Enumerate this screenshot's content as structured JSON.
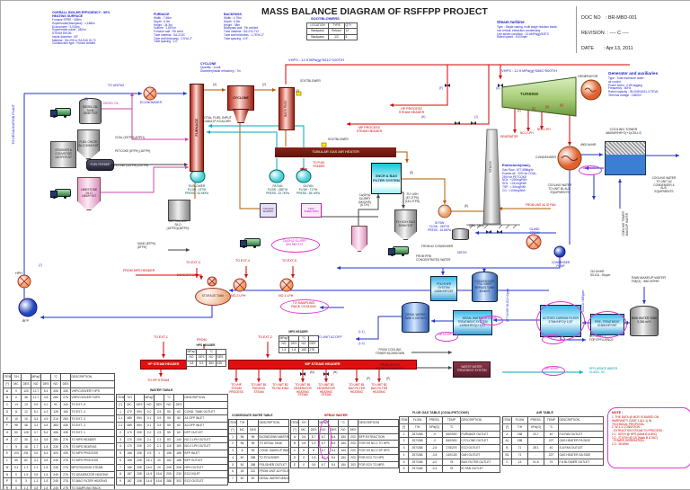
{
  "header": {
    "title": "MASS BALANCE DIAGRAM OF RSFFPP PROJECT",
    "doc_no_label": "DOC NO",
    "doc_no": ": BR-MBD-001",
    "revision_label": "REVISION",
    "revision": ": ---- C ----",
    "date_label": "DATE",
    "date": ": Apr.13, 2011"
  },
  "info": {
    "boiler": {
      "title": "OVERALL BOILER EFFICIENCY : 90%\nHEATING SURFACE",
      "body": "Furnace EPRS : 409m²\nSuperheater(Backpass) : 1,188m²\nEconomizer : 3,032m²\nSuperheater panel : 282m²\nSTEAM DRUM\nInside diameter : 60″\nMaterial : SA-299 or SA-516 Gr.70\nConstruction type : Fusion welded"
    },
    "furnace": {
      "title": "FURNACE",
      "body": "Width : 7.66m\nDepth : 6.0m\nHeight : 34.3m\nVolume : 1,657m³\nFurnace wall : Fin weld\nTube material : SA-210C\nTube wall thickness : 2.5″x0.2″\nTube spacing : 3.0″"
    },
    "backpass": {
      "title": "BACKPASS",
      "body": "Width : 4.75m\nDepth : 5.5m\nHeight : 38m\nBackpass wall : Fin welded\nTube material : SA-213 T12\nTube wall thickness : 1.75″x0.2″\nTube spacing : 4.5″"
    },
    "cyclone": {
      "title": "CYCLONE",
      "body": "Quantity : 1/unit\nDiameter(inside refractory) : 7m"
    },
    "turbine": {
      "title": "Steam turbine",
      "body": "Type : Single casing, multi stage reaction blade,\n   non reheat, extraction condensing\nLive steam condition : 12.6MPa(g)/535°C\nRated speed : 5,000rpm"
    },
    "generator": {
      "title": "Generator and auxiliaries",
      "body": "Type : Total enclosure water\n   air cooled\nPower factor : 0.85 lagging\nFrequency : 60Hz\nRated capacity : 35,000KW/41,177KVA\nTerminal voltage : 13800V"
    },
    "emissions": {
      "title": "Emissions(max),",
      "body": "Gas Flow : 677,688kg/hr\nExcess air : 20% for COAL,\n   25% for PETCOKE\nNOx : <250mg/NM³\nSOx : <241mg/NM³\nTSP : < 50mg/NM³\nCO : <100mg/NM³"
    }
  },
  "sootblowers": {
    "title": "SOOTBLOWERS",
    "rows": [
      [
        "LOCATION",
        "TYPE",
        "QTY"
      ],
      [
        "Backpass",
        "Retract",
        "12"
      ],
      [
        "Backpass",
        "1/2",
        "8"
      ]
    ]
  },
  "labels": {
    "econ": "ECONOMIZER",
    "diesel_tank": "DIESEL OIL\nTANK\n150M³*1ST",
    "to_unit2": "TO UNIT#2",
    "diesel": "DIESEL OIL",
    "fuel_silo": "FUEL CHUTE\nSILO\n50M³*1ST",
    "crusher": "CRUSHER &\nCONVEYOR\n100TPH*1ST",
    "fuel_feeder": "FUEL\nFEEDER",
    "limestone_silo": "LIMESTONE\nSILO\n160M³*1ST",
    "furnace": "FURNACE",
    "total_fuel": "TOTAL FUEL INPUT\n: 148x10⁶ KCAL/HR",
    "cyclone": "CYCLONE",
    "backpass": "BACK PASS",
    "sootblower1": "SOOTBLOWER",
    "sootblower2": "SOOTBLOWER",
    "gah": "TUBULAR GAS AIR HEATER",
    "to_fuel_feeder": "TO FUEL\nFEEDER",
    "fa_blower": "FA BLOWER\nFLOW : 13T/H\nPRESS : 51.6KPa",
    "pa_fan": "PA FAN\nFLOW : 158T/H\nPRESS : 22.7KPa",
    "sa_fan": "SA FAN\nFLOW : 71T/H\nPRESS : 28.1KPa",
    "bottom_ash": "BOTTOM ASH\nSILO\n(18TPD)/(38TPD)",
    "caoh2_box": "Ca(OH)2\nSLURRY",
    "nh3_box": "NH3\nINJECTION",
    "slurry_mix": "Ca(OH)2 SLURRY\nMIX 5M³*1ST",
    "sncr": "SNCR &\nBAG FILTER\nSYSTEM",
    "caoh2_text": "Ca(OH)2\nSLURRY\n(5KG/HR)\n(6 T/H)",
    "flyash_text": "FLY ASH\n(67.2TPD)\n(151.2TPD)",
    "flyash_silo": "FLY\nASH SILO\n300M³*1ST",
    "idfan": "ID FAN\nFLOW : 249T/H\nPRESS : 16.8KPa",
    "stack": "STACK",
    "from_a2_idfan": "FROM UNIT A2 ID FAN",
    "drn_tank": "DRN. TANK",
    "gland": "GLAND\nSTEAM",
    "cond_pump": "CONDENSER\nPUMP",
    "turbine": "TURBINE",
    "generator": "GENERATOR",
    "condenser": "CONDENSER",
    "cooling_tower": "COOLING TOWER\n4800M³/HR*2(+1)CELLS",
    "cw_b1": "COOLING WATER\nTO UNIT B1 AUX.\nEQUIPMENTS",
    "cw_a2": "COOLING WATER\nTO UNIT A2\nCONDENSER &\nAUX.\nEQUIPMENTS",
    "ct_makeup": "COOLING TOWER\nMAKEUP WATER",
    "cw_4900": "4900 M³/HR",
    "cw_760": "760 M³/HR",
    "deaerator": "DEAERATOR",
    "storage_tank": "STORAGE\nTANK",
    "no2lph": "NO.2 LPH",
    "no1lph": "NO.1 LPH",
    "hph": "HPH",
    "bfp": "BFP",
    "from_mps_header": "FROM MPS HEADER",
    "to_ext3": "TO EXT-3",
    "to_ext4": "TO EXT-4",
    "to_ext5": "TO EXT-5",
    "to_ext1": "TO EXT-1",
    "from_lbl": "FROM",
    "to_ext2": "TO EXT-2",
    "to_hp_steam": "TO HP STEAM",
    "sampling": "TO SAMPLING\nRACK COOLING",
    "sand": "SAND (8TPH)\n(8TPH)",
    "ext_dea": "DEAERATOR",
    "ext_lph2": "NO.2 LPH",
    "ext_lph1": "NO.1 LPH",
    "hp_process": "HP PROCESS\nSTEAM HEADER",
    "mp_process": "MP PROCESS\nSTEAM HEADER",
    "vhps1": "VHPS : 12.9 MPa(g)*541C*100T/H",
    "vhps2": "VHPS : 12.9 MPa(g)*538C*500T/H",
    "coal": "COAL  (19TPH) (8TPH)",
    "petcoke": "PETCOKE  (8TPH) (16TPH)",
    "limestone": "LIMESTONE  (14TPH) (25TPH)",
    "polisher": "POLISHER\nSYSTEM\n140M³/HR*2ST",
    "bypass_tank": "CONDENSATE\nPOLISHER\nBYPASS TANK\n400M³*1",
    "desal_tank": "DESAL\nWATER TANK\n5,000 M³*1",
    "desal_sys": "DESAL WATER\nTREATMENT SYSTEM\n140M³/HR*2(1+1)ST",
    "wwt": "WASTE WATER\nTREATMENT SYSTEM",
    "from_ct_bd": "FROM COOLING\nTOWER BLOWDOWN",
    "from_boiler_bd": "FROM UNIT A1\nBOILER BLOWDOWN",
    "to_a2_dfp": "TO UNIT A2 DFP",
    "carbon": "ACTIVED\nCARBON FILTER\n370M³/HR*2(+1)ST",
    "pretreat": "PRE-\nTREATMENT\n615M³/HR*3ST",
    "raw_tank": "RAW\nWATER TANK\n5,256 m³*1",
    "raw_makeup": "RAW MAKEUP WATER\nFM(O) : 860 M³/HR",
    "silica210": "210 M³/HR\nSILICA : 20ppm",
    "silica177": "177 M³/HR SILICA <2ppm",
    "silica180": "SILICA <180ppm",
    "m140a": "140 M³/HR",
    "no_reject": "NO REJECT\nFOR EFFLUENCE",
    "m140b": "140 M³/HR",
    "effluence": "EFFLUENCE WATER\nCLASS : SC",
    "m100a": "100 M³/HR",
    "m100b": "100 M³/HR",
    "from_a2_cond": "FROM A2 CONDENSER",
    "from_prb": "FROM PRB\nCONCENTRATED WATER",
    "t625": "625T/H",
    "to_desal_plant": "TO DESALINATION PLANT",
    "hp_bar": "HP STEAM HEADER",
    "mp_bar": "MP STEAM HEADER"
  },
  "dest": [
    "TO VHP\nSTEAM\nPROCESS",
    "TO UNIT B1\nPACKING\nSTEAM",
    "TO UNIT B2\nTB PACKING",
    "TO UNIT B1\nDEAERATOR\nHEATING\nSTEAM",
    "TO UNIT B2\nDEAERATOR\nHEATING\nSTEAM",
    "TO UNIT B1\nBAG FILTER\nHEATING",
    "TO UNIT B2\nBAG FILTER\nHEATING"
  ],
  "markers": {
    "m1": "(4)",
    "m2": "(2)",
    "m3": "(3)",
    "m4": "(5)",
    "m5": "(6)",
    "m6": "(8)",
    "m7": "(7)",
    "m8": "(F)",
    "m9": "(G)",
    "m10": "(H)",
    "m11": "(J)",
    "m12": "(M)",
    "m13": "(N)",
    "m14": "(P)",
    "m15": "(P)",
    "m16": "(1-1)",
    "m17": "(1-2)",
    "m18": "[1]",
    "m19": "[2]",
    "m20": "[3]",
    "m21": "[4]"
  },
  "mini_tables": {
    "hps": {
      "title": "HPS HEADER",
      "rows": [
        [
          "MPa(G)",
          "",
          "°C",
          ""
        ],
        [
          "NO",
          "DES",
          "NO",
          "DES"
        ],
        [
          "3.8",
          "5.3",
          "384",
          "435"
        ]
      ]
    },
    "mps": {
      "title": "MPS HEADER",
      "rows": [
        [
          "MPa(G)",
          "",
          "°C",
          ""
        ],
        [
          "NO",
          "DES",
          "NO",
          "DES"
        ],
        [
          "1.5",
          "1.8",
          "165",
          "278"
        ]
      ]
    }
  },
  "tables": {
    "steam": {
      "title": "",
      "rows": [
        [
          "ITEM",
          "T/H",
          "",
          "MPa(G)",
          "",
          "°C",
          "",
          "DESCRIPTION"
        ],
        [
          "[*]",
          "MC",
          "DES",
          "NO",
          "DES",
          "NO",
          "DES",
          ""
        ],
        [
          "A",
          "0",
          "120",
          "12.7",
          "5.4",
          "406",
          "435",
          "VHP/CONVERT HPS"
        ],
        [
          "B",
          "0",
          "38",
          "12.7",
          "3.8",
          "280",
          "278",
          "VHP/CONVERT MPS"
        ],
        [
          "C",
          "13",
          "13",
          "4.9",
          "4.1",
          "91",
          "140",
          "TO EXT- 5"
        ],
        [
          "D",
          "11",
          "12",
          "5.1",
          "4.3",
          "126",
          "160",
          "TO EXT- 4"
        ],
        [
          "E",
          "10",
          "10",
          "3.4",
          "4.9",
          "214",
          "260",
          "TO EXT- 3"
        ],
        [
          "F",
          "98",
          "48",
          "3.3",
          "4.5",
          "383",
          "435",
          "TO EXT- 2"
        ],
        [
          "G",
          "50",
          "128",
          "3.7",
          "5.4",
          "406",
          "435",
          "TO EXT- 1"
        ],
        [
          "H",
          "27",
          "30",
          "3.4",
          "3.8",
          "280",
          "278",
          "TO MPS HEADER"
        ],
        [
          "I",
          "9",
          "16",
          "1.7",
          "1.8",
          "230",
          "276",
          "TO MPS HEATING"
        ],
        [
          "K",
          "103",
          "291",
          "3.6",
          "5.4",
          "400",
          "435",
          "TO MPS PROCESS"
        ],
        [
          "L",
          "55",
          "82",
          "3.3",
          "3.8",
          "245",
          "278",
          "TO MPS PROCESS"
        ],
        [
          "M",
          "9.4",
          "1.3",
          "1.3",
          "1.8",
          "245",
          "276",
          "MPS PACKING STEAM"
        ],
        [
          "N",
          "0",
          "1.5",
          "0.8",
          "1.8",
          "245",
          "276",
          "TO DEAERATOR HEATING"
        ],
        [
          "P",
          "0",
          "3",
          "1.3",
          "1.8",
          "245",
          "278",
          "TO BAG FILTER HEATING"
        ],
        [
          "R",
          "0",
          "1.3",
          "0.8",
          "1.8",
          "245",
          "278",
          "TO SAMPLING RACK"
        ]
      ]
    },
    "water": {
      "title": "WATER TABLE",
      "rows": [
        [
          "ITEM",
          "T/H",
          "",
          "MPa(G)",
          "",
          "°C",
          "",
          "DESCRIPTION"
        ],
        [
          "[*]",
          "MC",
          "DES",
          "NO",
          "DES",
          "NO",
          "DES",
          ""
        ],
        [
          "1",
          "470",
          "594",
          "0.0",
          "3.5",
          "55",
          "60",
          "COND. TANK OUTLET"
        ],
        [
          "1-1",
          "489",
          "594",
          "0.1",
          "3.5",
          "55",
          "60",
          "A1 DFP INLET"
        ],
        [
          "1-2",
          "489",
          "594",
          "0.1",
          "3.5",
          "55",
          "60",
          "A2 DFP INLET"
        ],
        [
          "2",
          "170",
          "205",
          "2.2",
          "2.5",
          "55",
          "60",
          "DFP OUTLET"
        ],
        [
          "3",
          "170",
          "205",
          "2.1",
          "2.3",
          "83",
          "140",
          "NO.1 LPH OUTLET"
        ],
        [
          "4",
          "170",
          "205",
          "2.0",
          "2.1",
          "118",
          "160",
          "NO.2 LPH OUTLET"
        ],
        [
          "5",
          "166",
          "208",
          "0.9",
          "1",
          "158",
          "188",
          "BFP INLET"
        ],
        [
          "6",
          "166",
          "208",
          "16.1",
          "20",
          "162",
          "188",
          "BFP OUTLET"
        ],
        [
          "7",
          "166",
          "208",
          "16.0",
          "20",
          "205",
          "208",
          "HPH OUTLET"
        ],
        [
          "8",
          "187",
          "208",
          "14.9",
          "15.6",
          "205",
          "230",
          "ECO INLET"
        ],
        [
          "9",
          "187",
          "208",
          "14.6",
          "15.6",
          "288",
          "303",
          "ECO OUTLET"
        ]
      ]
    },
    "condensate": {
      "title": "CONDENSATE WATER TABLE",
      "rows": [
        [
          "ITEM",
          "T/H",
          "",
          "DESCRIPTION"
        ],
        [
          "[*]",
          "MC",
          "DES",
          ""
        ],
        [
          "1",
          "96",
          "96",
          "BLOWDOWN WATER"
        ],
        [
          "2",
          "96",
          "96",
          "TO DESAL TANK"
        ],
        [
          "3",
          "8",
          "96",
          "COND. MAKEUP WATER"
        ],
        [
          "4",
          "50",
          "288",
          "TO POLISHER"
        ],
        [
          "5",
          "50",
          "288",
          "POLISHER OUTLET"
        ],
        [
          "6",
          "26",
          "212",
          "FROM UNIT A2 POLISHER"
        ],
        [
          "7",
          "50",
          "50",
          "DESAL WATER MAKEUP"
        ]
      ]
    },
    "spray": {
      "title": "SPRAY WATER",
      "rows": [
        [
          "ITEM",
          "T/H",
          "",
          "MPa(G)",
          "",
          "°C",
          "",
          "DESCRIPTION"
        ],
        [
          "[*]",
          "MC",
          "DES",
          "NO",
          "DES",
          "NO",
          "DES",
          ""
        ],
        [
          "A",
          "3.6",
          "5.7",
          "6.7",
          "8.4",
          "184",
          "203",
          "BFP EXTRACTION"
        ],
        [
          "B",
          "0.8",
          "1.5",
          "6.7",
          "8.4",
          "184",
          "203",
          "FOR SH NO.1 TO HPS"
        ],
        [
          "C",
          "5",
          "8",
          "6.7",
          "8.4",
          "184",
          "203",
          "FOR SH NO.2 SP HPS"
        ],
        [
          "D",
          "0",
          "1.8",
          "6.7",
          "8.4",
          "184",
          "203",
          "FOR SCV TO HPS"
        ],
        [
          "E",
          "0",
          "0.8",
          "6.7",
          "8.4",
          "184",
          "203",
          "FOR SCV TO MPS"
        ]
      ]
    },
    "fluegas": {
      "title": "FLUE GAS TABLE (COAL/PETCOKE)",
      "rows": [
        [
          "ITEM",
          "FLOW",
          "PRESS.",
          "TEMP",
          "DESCRIPTION"
        ],
        [
          "[*]",
          "T/H",
          "KPa(G)",
          "°C",
          ""
        ],
        [
          "1",
          "257/268",
          "-0",
          "840/900",
          "FURNACE OUTLET"
        ],
        [
          "2",
          "257/268",
          "-2",
          "840/900",
          "CYCLONE OUTLET"
        ],
        [
          "3",
          "257/268",
          "-2.5",
          "278/276",
          "ECO OUTLET"
        ],
        [
          "4",
          "257/268",
          "-3.5",
          "140/128",
          "GAH OUTLET"
        ],
        [
          "5",
          "257/268",
          "-4.0",
          "78",
          "BAG FILTER OUTLET"
        ],
        [
          "6",
          "257/268",
          "-0.4",
          "78",
          "ID FAN OUTLET"
        ]
      ]
    },
    "air": {
      "title": "AIR TABLE",
      "rows": [
        [
          "ITEM",
          "FLOW",
          "PRESS.",
          "TEMP",
          "DESCRIPTION"
        ],
        [
          "[*]",
          "T/H",
          "KPa(G)",
          "°C",
          ""
        ],
        [
          "A",
          "158",
          "20.7",
          "40",
          "P.A FAN OUTLET"
        ],
        [
          "A1",
          "158",
          "-",
          "227",
          "GAS HEATER PA SIDE"
        ],
        [
          "B",
          "71",
          "28.1",
          "40",
          "S.A FAN OUTLET"
        ],
        [
          "B1",
          "71",
          "-",
          "227",
          "GAS HEATER SA SIDE"
        ],
        [
          "C",
          "13",
          "51.6",
          "76",
          "F.A BLOWER OUTLET"
        ]
      ]
    }
  },
  "note": {
    "title": "NOTE :",
    "body": "1. THE DATA @ MCR IS BASED ON\n    WARRANTY CASE 1.A(1-1) IN\n    TECHNICAL PROPOSAL\n2. W-1-1 CONDITION :\n  - EXTRACTION STEAM TO PROCESS :\n    2.1 : 50T/H @ HPS (Mark B & 89C)\n    2.2 : 27.5T/H @ GS (Mark B & 54C)\n  - POWER GENERATION :\n    2.3 : 35 MWe"
  },
  "colors": {
    "steam": "#d40000",
    "water": "#2233cc",
    "gas": "#b35900",
    "air": "#00aabb",
    "diesel": "#cc44aa",
    "highlight": "#e23ad4"
  }
}
